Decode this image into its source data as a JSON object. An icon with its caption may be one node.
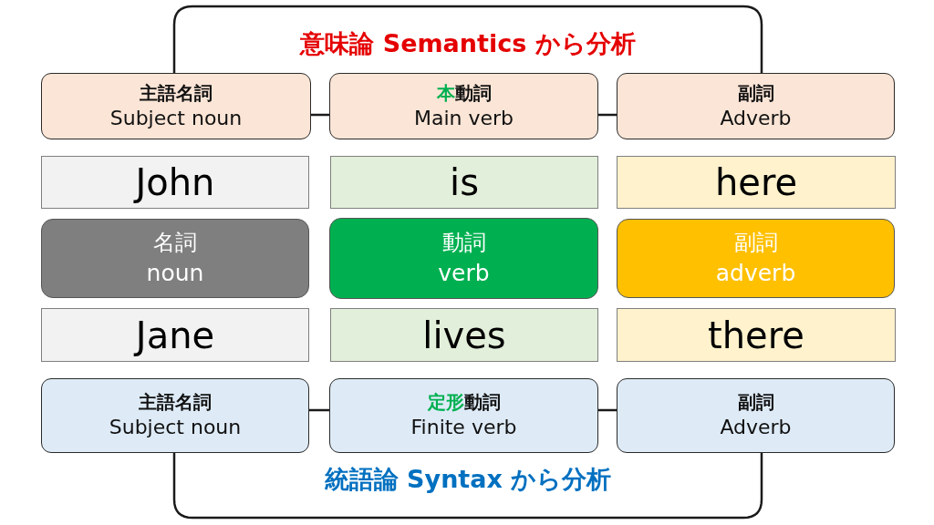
{
  "diagram": {
    "nodes": [
      {
        "text": [
          "主語名詞",
          "Subject noun"
        ]
      },
      {
        "text": [
          "本動詞",
          "Main verb"
        ]
      },
      {
        "text": [
          "副詞",
          "Adverb"
        ]
      },
      {
        "text": [
          "John"
        ]
      },
      {
        "text": [
          "is"
        ]
      },
      {
        "text": [
          "here"
        ]
      },
      {
        "text": [
          "名詞",
          "noun"
        ]
      },
      {
        "text": [
          "動詞",
          "verb"
        ]
      },
      {
        "text": [
          "副詞",
          "adverb"
        ]
      },
      {
        "text": [
          "Jane"
        ]
      },
      {
        "text": [
          "lives"
        ]
      },
      {
        "text": [
          "there"
        ]
      },
      {
        "text": [
          "主語名詞",
          "Subject noun"
        ]
      },
      {
        "text": [
          "定形動詞",
          "Finite verb"
        ]
      },
      {
        "text": [
          "副詞",
          "Adverb"
        ]
      }
    ],
    "edges": [
      {
        "from": 0,
        "to": 1,
        "arrow": "none"
      },
      {
        "from": 1,
        "to": 2,
        "arrow": "none"
      },
      {
        "from": 0,
        "to": 2,
        "arrow": "none"
      },
      {
        "from": 12,
        "to": 13,
        "arrow": "none"
      },
      {
        "from": 13,
        "to": 14,
        "arrow": "none"
      },
      {
        "from": 12,
        "to": 14,
        "arrow": "none"
      }
    ],
    "labels": [
      "意味論 Semantics から分析",
      "統語論 Syntax から分析"
    ]
  }
}
